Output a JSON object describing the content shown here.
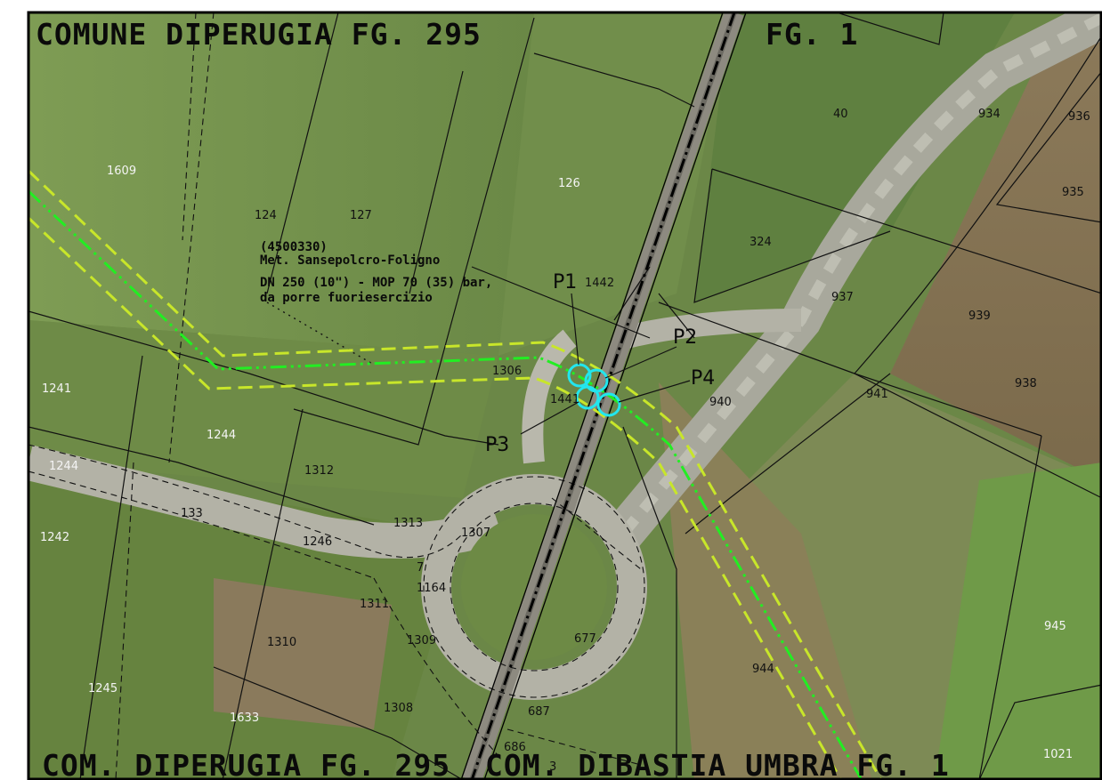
{
  "headers": {
    "top_left": "COMUNE DIPERUGIA FG. 295",
    "top_right": "FG. 1",
    "bottom_left": "COM. DIPERUGIA FG. 295",
    "bottom_right": "COM. DIBASTIA UMBRA FG. 1"
  },
  "pipeline": {
    "line1": "(4500330)",
    "line2": "Met. Sansepolcro-Foligno",
    "line3": "DN 250 (10\") - MOP 70 (35) bar,",
    "line4": "da porre fuoriesercizio"
  },
  "points": {
    "p1": "P1",
    "p2": "P2",
    "p3": "P3",
    "p4": "P4"
  },
  "parcels": {
    "p1609": "1609",
    "p124": "124",
    "p127": "127",
    "p126": "126",
    "p1442": "1442",
    "p40": "40",
    "p934": "934",
    "p936": "936",
    "p935": "935",
    "p324": "324",
    "p937": "937",
    "p939": "939",
    "p938": "938",
    "p941": "941",
    "p940": "940",
    "p1241": "1241",
    "p1306": "1306",
    "p1441": "1441",
    "p1244a": "1244",
    "p1244b": "1244",
    "p1312": "1312",
    "p133": "133",
    "p1313": "1313",
    "p1307": "1307",
    "p1242": "1242",
    "p1246": "1246",
    "p7": "7",
    "p1164": "1164",
    "p1311": "1311",
    "p1310": "1310",
    "p1309": "1309",
    "p677": "677",
    "p945": "945",
    "p944": "944",
    "p1245": "1245",
    "p1633": "1633",
    "p1308": "1308",
    "p687": "687",
    "p686": "686",
    "p1021": "1021",
    "p3": "3"
  },
  "colors": {
    "pipeline_center": "#22ee22",
    "pipeline_edge": "#c8e62a",
    "point_marker": "#22e6ee",
    "parcel_line": "#111111",
    "frame": "#000000"
  }
}
